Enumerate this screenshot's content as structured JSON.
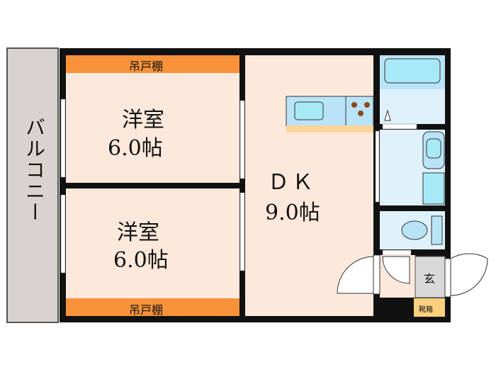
{
  "plan": {
    "balcony": "バルコニー",
    "room1": {
      "name": "洋室",
      "size": "6.0帖"
    },
    "room2": {
      "name": "洋室",
      "size": "6.0帖"
    },
    "storage_top": "吊戸棚",
    "storage_bottom": "吊戸棚",
    "dk": {
      "name": "ＤＫ",
      "size": "9.0帖"
    },
    "entrance": "玄",
    "shoe_box": "靴箱"
  },
  "colors": {
    "wall": "#111111",
    "room": "#fde9dc",
    "storage": "#f7923a",
    "wet": "#dff1fb",
    "fixture": "#a8e9f7",
    "balcony": "#d8d3ce",
    "genkan": "#d9d9d9",
    "shoebox": "#fbd07f"
  }
}
